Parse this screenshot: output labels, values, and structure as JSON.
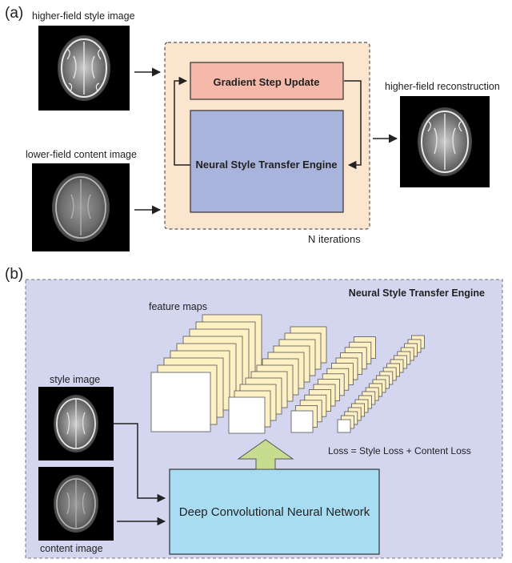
{
  "panel_a": {
    "label": "(a)",
    "style_image_caption": "higher-field style image",
    "content_image_caption": "lower-field content image",
    "reconstruction_caption": "higher-field reconstruction",
    "gradient_box_label": "Gradient Step Update",
    "engine_box_label": "Neural Style Transfer Engine",
    "iterations_label": "N iterations",
    "colors": {
      "loop_bg": "#fce5cf",
      "gradient_box": "#f4b9a8",
      "engine_box": "#a9b4dc"
    }
  },
  "panel_b": {
    "label": "(b)",
    "engine_title": "Neural Style Transfer Engine",
    "feature_maps_label": "feature maps",
    "style_image_caption": "style image",
    "content_image_caption": "content image",
    "loss_label": "Loss = Style Loss + Content Loss",
    "network_label": "Deep Convolutional Neural Network",
    "colors": {
      "panel_bg": "#d3d6ee",
      "network_box": "#a8dcf2",
      "up_arrow": "#c6dc8e",
      "feature_map": "#fdf0c2"
    }
  }
}
